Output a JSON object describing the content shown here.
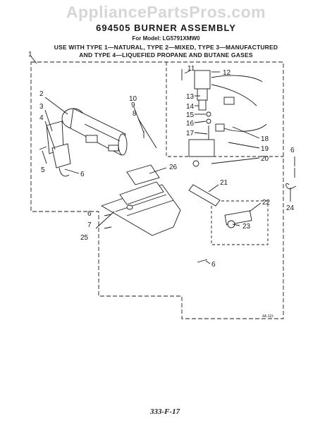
{
  "watermark": "AppliancePartsPros.com",
  "title": "694505 BURNER ASSEMBLY",
  "model": "For Model: LG5791XMW0",
  "use_line1": "USE WITH TYPE 1—NATURAL, TYPE 2—MIXED, TYPE 3—MANUFACTURED",
  "use_line2": "AND TYPE 4—LIQUEFIED PROPANE AND BUTANE GASES",
  "callouts": [
    "1",
    "2",
    "3",
    "4",
    "5",
    "6",
    "6",
    "6",
    "7",
    "8",
    "9",
    "10",
    "11",
    "12",
    "13",
    "14",
    "15",
    "16",
    "17",
    "18",
    "19",
    "20",
    "21",
    "22",
    "23",
    "24",
    "25",
    "26"
  ],
  "diagram_code": "4A-115",
  "footer": "333-F-17"
}
